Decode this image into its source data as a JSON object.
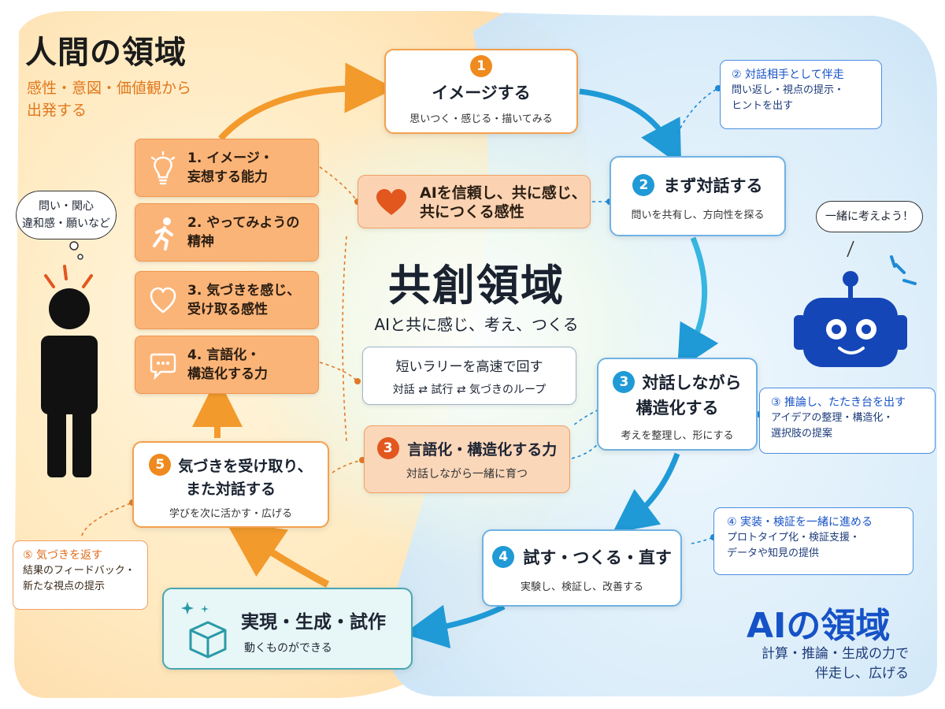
{
  "human_region": {
    "title": "人間の領域",
    "subtitle_line1": "感性・意図・価値観から",
    "subtitle_line2": "出発する"
  },
  "ai_region": {
    "title": "AIの領域",
    "subtitle_line1": "計算・推論・生成の力で",
    "subtitle_line2": "伴走し、広げる"
  },
  "center": {
    "title": "共創領域",
    "subtitle": "AIと共に感じ、考え、つくる",
    "rally_line1": "短いラリーを高速で回す",
    "rally_line2": "対話 ⇄ 試行 ⇄ 気づきのループ",
    "trust_line1": "AIを信頼し、共に感じ、",
    "trust_line2": "共につくる感性",
    "lang_number": "3",
    "lang_title": "言語化・構造化する力",
    "lang_sub": "対話しながら一緒に育つ"
  },
  "steps": [
    {
      "number": "1",
      "title": "イメージする",
      "sub": "思いつく・感じる・描いてみる"
    },
    {
      "number": "2",
      "title": "まず対話する",
      "sub": "問いを共有し、方向性を探る"
    },
    {
      "number": "3",
      "title_line1": "対話しながら",
      "title_line2": "構造化する",
      "sub": "考えを整理し、形にする"
    },
    {
      "number": "4",
      "title": "試す・つくる・直す",
      "sub": "実験し、検証し、改善する"
    },
    {
      "number": "5",
      "title_line1": "気づきを受け取り、",
      "title_line2": "また対話する",
      "sub": "学びを次に活かす・広げる"
    }
  ],
  "abilities": [
    {
      "line1": "1. イメージ・",
      "line2": "妄想する能力",
      "icon": "lightbulb-icon"
    },
    {
      "line1": "2. やってみようの",
      "line2": "精神",
      "icon": "runner-icon"
    },
    {
      "line1": "3. 気づきを感じ、",
      "line2": "受け取る感性",
      "icon": "heart-outline-icon"
    },
    {
      "line1": "4. 言語化・",
      "line2": "構造化する力",
      "icon": "chat-bubble-icon"
    }
  ],
  "ai_callouts": [
    {
      "title": "② 対話相手として伴走",
      "line1": "問い返し・視点の提示・",
      "line2": "ヒントを出す"
    },
    {
      "title": "③ 推論し、たたき台を出す",
      "line1": "アイデアの整理・構造化・",
      "line2": "選択肢の提案"
    },
    {
      "title": "④ 実装・検証を一緒に進める",
      "line1": "プロトタイプ化・検証支援・",
      "line2": "データや知見の提供"
    }
  ],
  "human_callout": {
    "title": "⑤ 気づきを返す",
    "line1": "結果のフィードバック・",
    "line2": "新たな視点の提示"
  },
  "realize": {
    "title": "実現・生成・試作",
    "sub": "動くものができる",
    "icon": "cube-icon"
  },
  "human_bubble": {
    "line1": "問い・関心",
    "line2": "違和感・願いなど"
  },
  "robot_bubble": {
    "text": "一緒に考えよう！"
  },
  "colors": {
    "human_accent": "#ef8a1f",
    "ai_accent": "#1652c7",
    "step_blue": "#1f9ad6"
  }
}
